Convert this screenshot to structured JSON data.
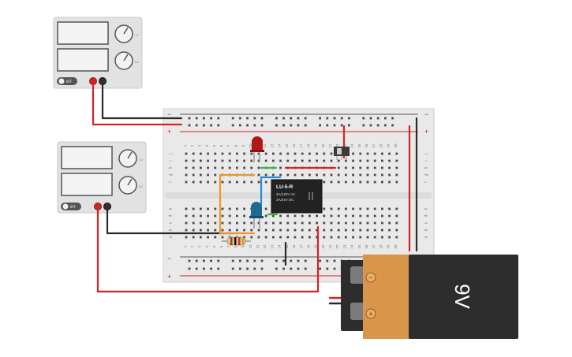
{
  "supplies": [
    {
      "id": "top",
      "button_label": "OFF",
      "knob_label_1": "1V",
      "knob_label_2": "0A"
    },
    {
      "id": "bottom",
      "button_label": "OFF",
      "knob_label_1": "1V",
      "knob_label_2": "0A"
    }
  ],
  "breadboard": {
    "columns": 30,
    "rail_minus": "−",
    "rail_plus": "+",
    "row_letters_top": [
      "j",
      "i",
      "h",
      "g",
      "f"
    ],
    "row_letters_bottom": [
      "e",
      "d",
      "c",
      "b",
      "a"
    ]
  },
  "relay": {
    "title": "LU-5-R",
    "line1": "3A/125V AC",
    "line2": "3A/24V DC"
  },
  "battery": {
    "label": "9V",
    "minus_symbol": "−",
    "plus_symbol": "+"
  },
  "colors": {
    "wire_red": "#d42323",
    "wire_black": "#2b2b2b",
    "wire_orange": "#f0962c",
    "wire_blue": "#2a8ad6",
    "wire_green": "#3bb34a",
    "led_red": "#b01818",
    "led_blue": "#1f6b8f",
    "battery_orange": "#d9954a",
    "battery_black": "#2d2d2d"
  }
}
